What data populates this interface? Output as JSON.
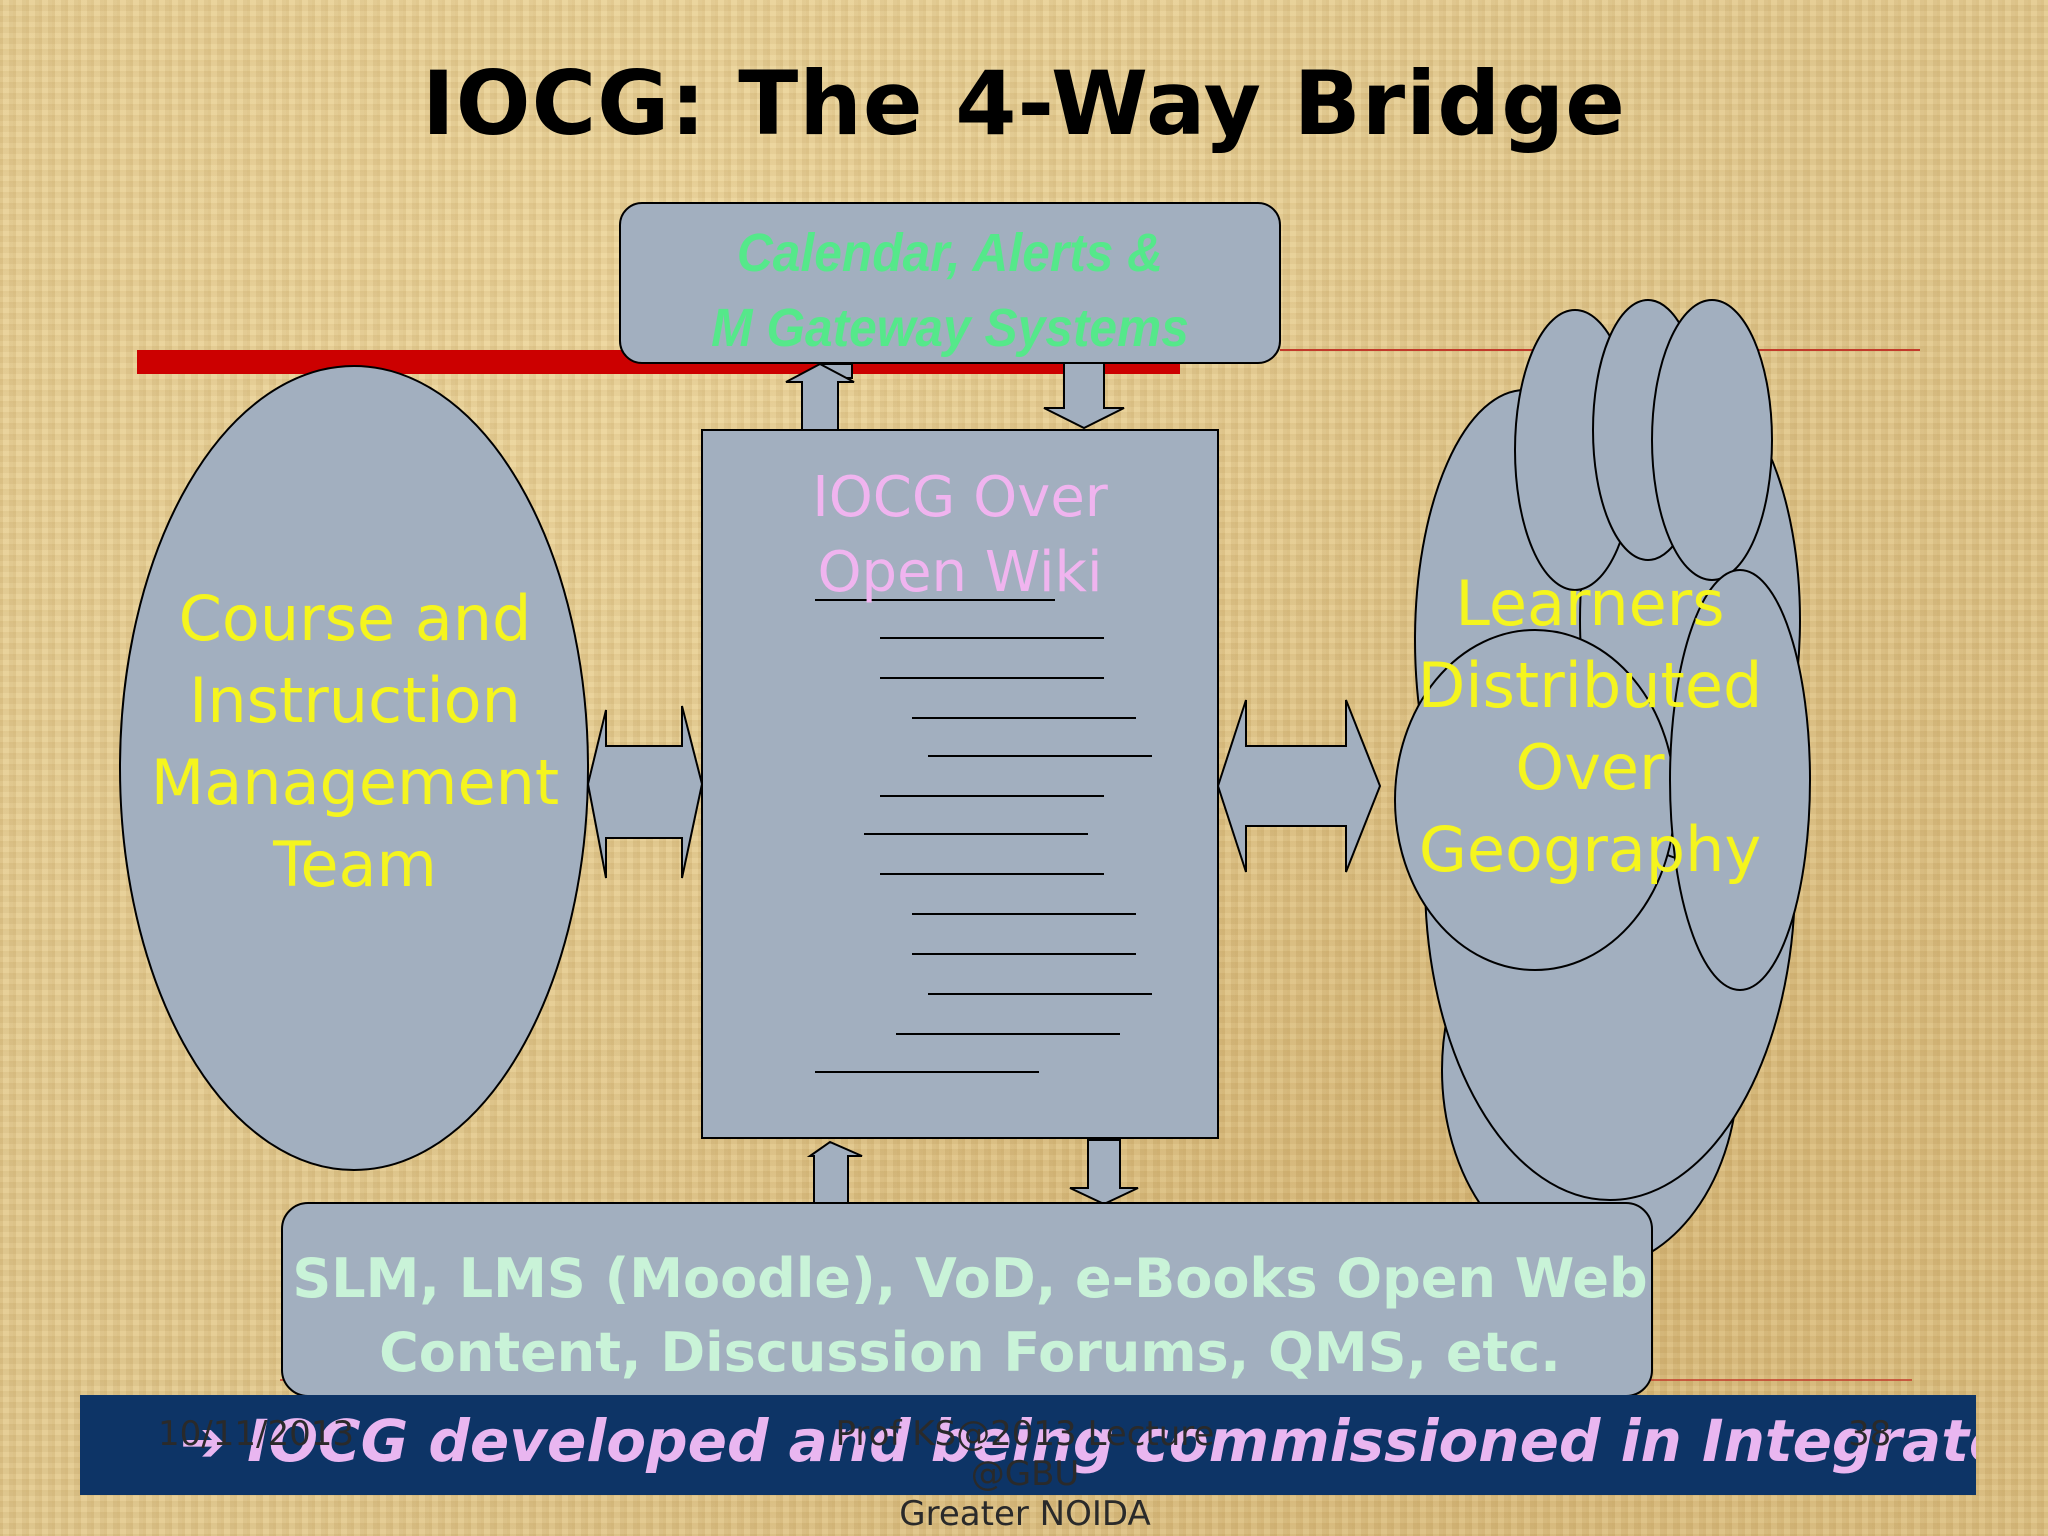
{
  "slide": {
    "title": "IOCG: The 4-Way Bridge",
    "top_box": {
      "line1": "Calendar, Alerts &",
      "line2": "M Gateway Systems"
    },
    "center_box": {
      "line1": "IOCG Over",
      "line2": "Open Wiki"
    },
    "left_ellipse": {
      "line1": "Course and",
      "line2": "Instruction",
      "line3": "Management",
      "line4": "Team"
    },
    "right_cloud": {
      "line1": "Learners",
      "line2": "Distributed",
      "line3": "Over",
      "line4": "Geography"
    },
    "bottom_box": {
      "line1": "SLM, LMS (Moodle), VoD, e-Books Open Web",
      "line2": "Content, Discussion Forums, QMS, etc."
    },
    "banner": {
      "arrow": "➔",
      "text": "IOCG developed and being commissioned in Integrated"
    },
    "footer": {
      "date": "10/11/2013",
      "center_line1": "Prof KS@2013 Lecture @GBU",
      "center_line2": "Greater NOIDA",
      "page": "38"
    }
  },
  "colors": {
    "shape_fill": "#a2afbf",
    "red_bar": "#cc0000",
    "banner_bg": "#0d3466",
    "title": "#000000",
    "green_text": "#55e88a",
    "pink_text": "#f0b4ef",
    "yellow_text": "#f5f51e",
    "mint_text": "#c9f3d8",
    "banner_text": "#e9b6f0"
  }
}
